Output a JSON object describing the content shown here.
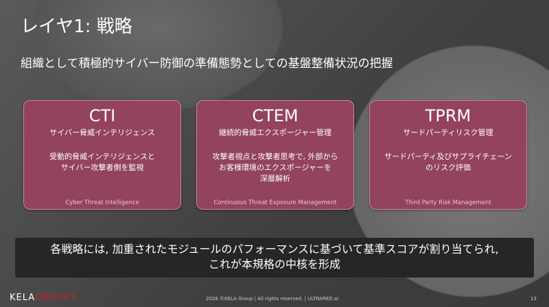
{
  "title": "レイヤ1: 戦略",
  "subtitle": "組織として積極的サイバー防御の準備態勢としての基盤整備状況の把握",
  "cards": [
    {
      "heading": "CTI",
      "subheading": "サイバー脅威インテリジェンス",
      "desc1": "受動的脅威インテリジェンスと",
      "desc2": "サイバー攻撃者側を監視",
      "desc3": "",
      "english": "Cyber Threat Intelligence"
    },
    {
      "heading": "CTEM",
      "subheading": "継続的脅威エクスポージャー管理",
      "desc1": "攻撃者視点と攻撃者思考で, 外部から",
      "desc2": "お客様環境のエクスポージャーを",
      "desc3": "深層解析",
      "english": "Continuous Threat Exposure Management"
    },
    {
      "heading": "TPRM",
      "subheading": "サードパーティリスク管理",
      "desc1": "サードパーティ及びサプライチェーン",
      "desc2": "のリスク評価",
      "desc3": "",
      "english": "Third Party Risk Management"
    }
  ],
  "banner": {
    "line1": "各戦略には, 加重されたモジュールのパフォーマンスに基づいて基準スコアが割り当てられ,",
    "line2": "これが本規格の中核を形成"
  },
  "footer": {
    "logo_white": "KELA",
    "logo_red": "GROUP",
    "logo_mark": "7",
    "text": "2026 ©KELA Group  |  All rights reserved.  |  ULTRARED.ai",
    "page": "13"
  }
}
